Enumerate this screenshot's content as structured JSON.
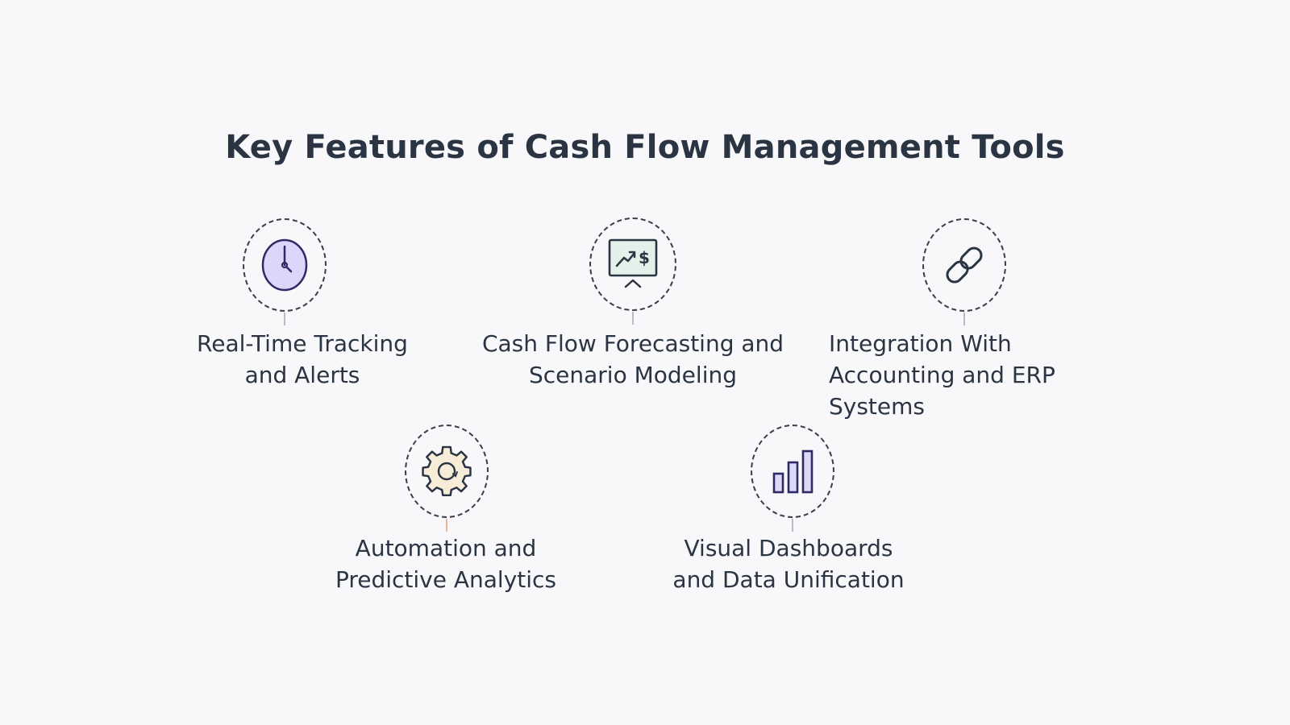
{
  "title": "Key Features of Cash Flow Management Tools",
  "features": [
    {
      "lines": [
        "Real-Time Tracking",
        "and Alerts"
      ],
      "icon": "clock-icon"
    },
    {
      "lines": [
        "Cash Flow Forecasting and",
        "Scenario Modeling"
      ],
      "icon": "forecast-screen-icon"
    },
    {
      "lines": [
        "Integration With",
        "Accounting and ERP",
        "Systems"
      ],
      "icon": "link-icon"
    },
    {
      "lines": [
        "Automation and",
        "Predictive Analytics"
      ],
      "icon": "gear-icon"
    },
    {
      "lines": [
        "Visual Dashboards",
        "and Data Unification"
      ],
      "icon": "bar-chart-icon"
    }
  ],
  "colors": {
    "background": "#f8f8fb",
    "text": "#2b3442",
    "icon_stroke": "#2e2a66",
    "clock_fill": "#ddd6fb",
    "gear_fill": "#f6ecd8",
    "connector_default": "#b9bcc4",
    "connector_accent": "#e8b79a"
  }
}
